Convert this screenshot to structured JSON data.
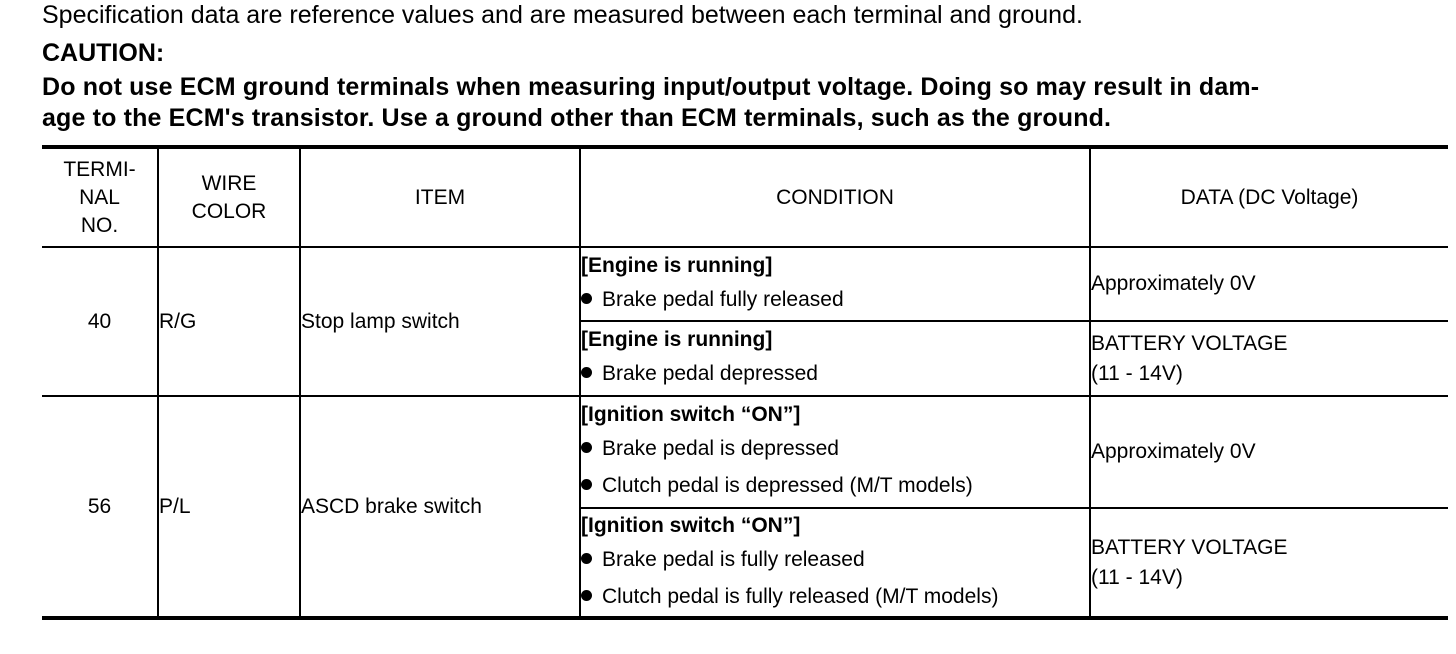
{
  "intro": "Specification data are reference values and are measured between each terminal and ground.",
  "caution": {
    "title": "CAUTION:",
    "line1": "Do not use ECM ground terminals when measuring input/output voltage. Doing so may result in dam-",
    "line2": "age to the ECM's transistor. Use a ground other than ECM terminals, such as the ground."
  },
  "table": {
    "headers": {
      "terminal": [
        "TERMI-",
        "NAL",
        "NO."
      ],
      "wire": [
        "WIRE",
        "COLOR"
      ],
      "item": "ITEM",
      "condition": "CONDITION",
      "data": "DATA (DC Voltage)"
    },
    "rows": [
      {
        "terminal": "40",
        "wire": "R/G",
        "item": "Stop lamp switch",
        "conditions": [
          {
            "head": "[Engine is running]",
            "bullets": [
              "Brake pedal fully released"
            ],
            "data": [
              "Approximately 0V"
            ]
          },
          {
            "head": "[Engine is running]",
            "bullets": [
              "Brake pedal depressed"
            ],
            "data": [
              "BATTERY VOLTAGE",
              "(11 - 14V)"
            ]
          }
        ]
      },
      {
        "terminal": "56",
        "wire": "P/L",
        "item": "ASCD brake switch",
        "conditions": [
          {
            "head": "[Ignition switch “ON”]",
            "bullets": [
              "Brake pedal is depressed",
              "Clutch pedal is depressed (M/T models)"
            ],
            "data": [
              "Approximately 0V"
            ]
          },
          {
            "head": "[Ignition switch “ON”]",
            "bullets": [
              "Brake pedal is fully released",
              "Clutch pedal is fully released (M/T models)"
            ],
            "data": [
              "BATTERY VOLTAGE",
              "(11 - 14V)"
            ]
          }
        ]
      }
    ]
  }
}
